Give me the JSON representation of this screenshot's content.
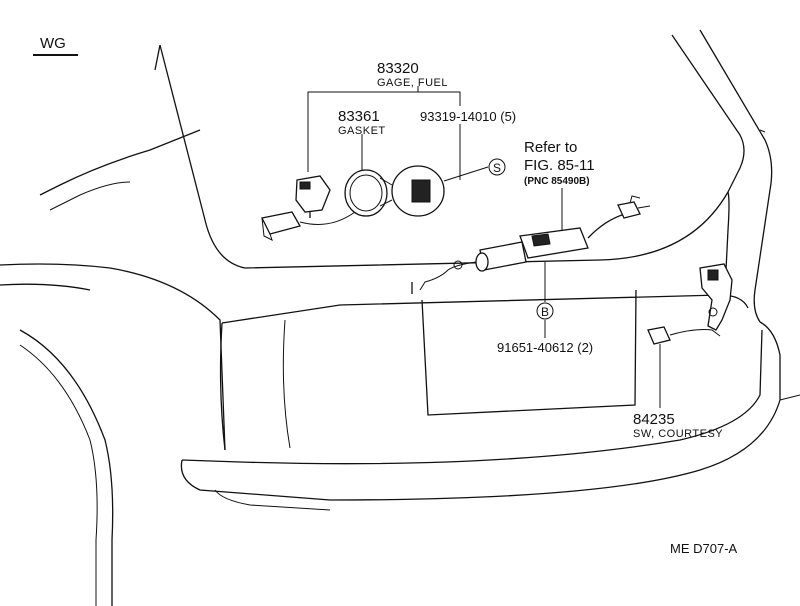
{
  "header": {
    "code": "WG"
  },
  "parts": [
    {
      "id": "fuel-gage",
      "number": "83320",
      "name": "GAGE, FUEL"
    },
    {
      "id": "gasket",
      "number": "83361",
      "name": "GASKET"
    },
    {
      "id": "screw",
      "number": "93319-14010 (5)",
      "symbol": "S"
    },
    {
      "id": "bolt",
      "number": "91651-40612 (2)",
      "symbol": "B"
    },
    {
      "id": "courtesy-switch",
      "number": "84235",
      "name": "SW, COURTESY"
    }
  ],
  "reference": {
    "line1": "Refer to",
    "line2": "FIG. 85-11",
    "line3": "(PNC 85490B)"
  },
  "footer": {
    "code": "ME  D707-A"
  }
}
